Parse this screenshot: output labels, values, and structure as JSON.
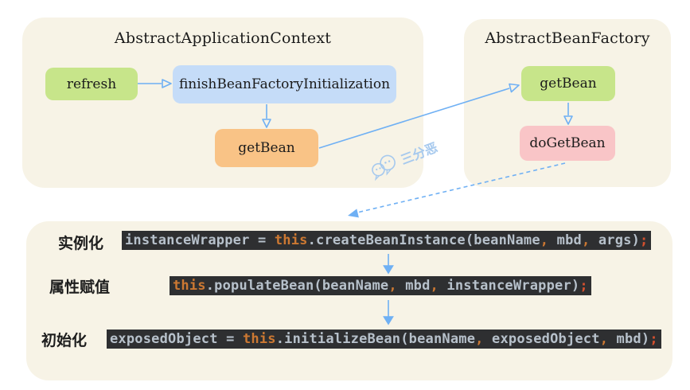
{
  "panels": {
    "app_context": {
      "title": "AbstractApplicationContext"
    },
    "bean_factory": {
      "title": "AbstractBeanFactory"
    }
  },
  "nodes": {
    "refresh": "refresh",
    "finish_bean_factory_initialization": "finishBeanFactoryInitialization",
    "get_bean_context": "getBean",
    "get_bean_factory": "getBean",
    "do_get_bean": "doGetBean"
  },
  "steps": [
    {
      "label": "实例化",
      "code": [
        {
          "t": "instanceWrapper = ",
          "c": "plain"
        },
        {
          "t": "this",
          "c": "kw"
        },
        {
          "t": ".createBeanInstance(beanName",
          "c": "plain"
        },
        {
          "t": ",",
          "c": "kw"
        },
        {
          "t": " mbd",
          "c": "plain"
        },
        {
          "t": ",",
          "c": "kw"
        },
        {
          "t": " args)",
          "c": "plain"
        },
        {
          "t": ";",
          "c": "semi"
        }
      ]
    },
    {
      "label": "属性赋值",
      "code": [
        {
          "t": "this",
          "c": "kw"
        },
        {
          "t": ".populateBean(beanName",
          "c": "plain"
        },
        {
          "t": ",",
          "c": "kw"
        },
        {
          "t": " mbd",
          "c": "plain"
        },
        {
          "t": ",",
          "c": "kw"
        },
        {
          "t": " instanceWrapper)",
          "c": "plain"
        },
        {
          "t": ";",
          "c": "semi"
        }
      ]
    },
    {
      "label": "初始化",
      "code": [
        {
          "t": "exposedObject = ",
          "c": "plain"
        },
        {
          "t": "this",
          "c": "kw"
        },
        {
          "t": ".initializeBean(beanName",
          "c": "plain"
        },
        {
          "t": ",",
          "c": "kw"
        },
        {
          "t": " exposedObject",
          "c": "plain"
        },
        {
          "t": ",",
          "c": "kw"
        },
        {
          "t": " mbd)",
          "c": "plain"
        },
        {
          "t": ";",
          "c": "semi"
        }
      ]
    }
  ],
  "watermark": {
    "text": "三分恶"
  },
  "colors": {
    "panel-bg": "#f7f3e6",
    "node-green": "#c7e58a",
    "node-blue": "#c5dcf8",
    "node-orange": "#f9c386",
    "node-pink": "#f9c5c7",
    "arrow-blue": "#6fb0f4",
    "code-bg": "#2e2f31",
    "code-plain": "#b7c1cb",
    "code-kw": "#cc7832",
    "code-semi": "#d4502e",
    "watermark-blue": "#a6c9ee"
  }
}
